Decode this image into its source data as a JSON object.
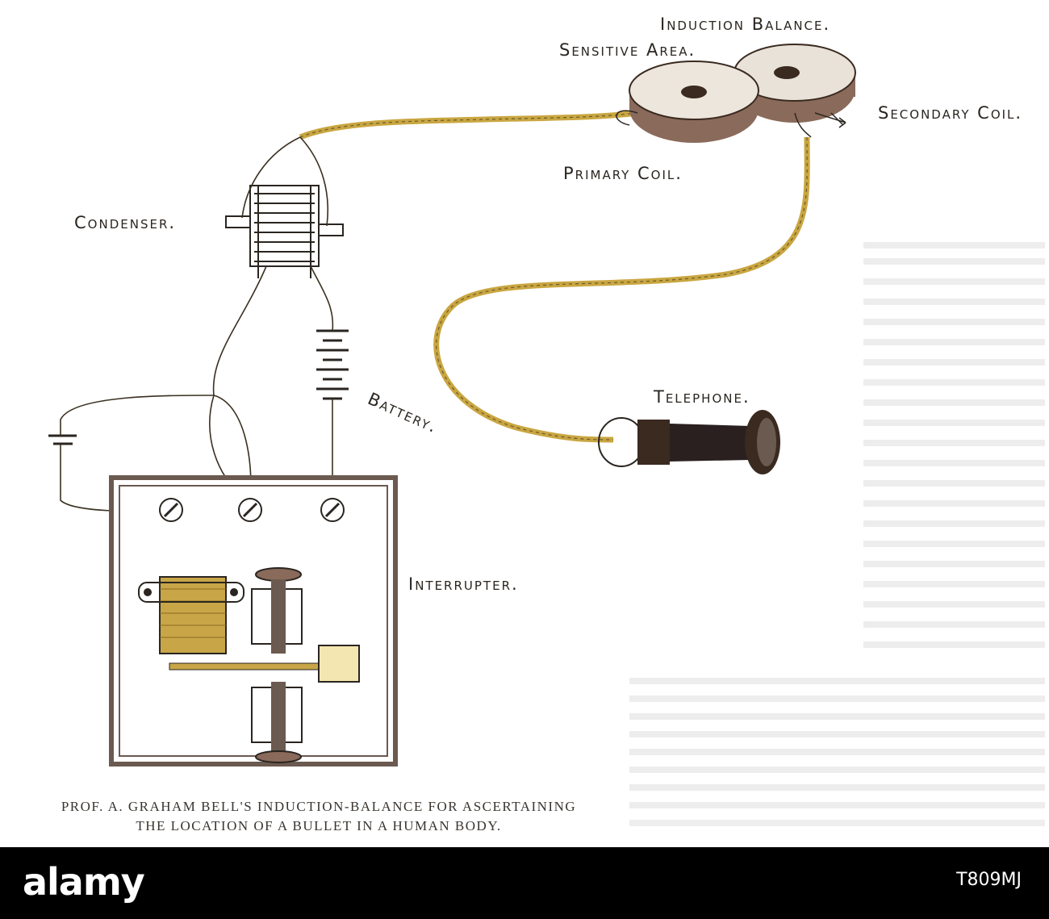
{
  "labels": {
    "induction_balance": "Induction Balance.",
    "sensitive_area": "Sensitive Area.",
    "secondary_coil": "Secondary Coil.",
    "primary_coil": "Primary Coil.",
    "condenser": "Condenser.",
    "battery": "Battery.",
    "telephone": "Telephone.",
    "interrupter": "Interrupter."
  },
  "caption": {
    "line1": "PROF. A. GRAHAM BELL'S INDUCTION-BALANCE FOR ASCERTAINING",
    "line2": "THE LOCATION OF A BULLET IN A HUMAN BODY."
  },
  "footer": {
    "brand": "alamy",
    "image_id": "T809MJ"
  },
  "colors": {
    "ink": "#2a2520",
    "wire": "#c9a640",
    "coil_brown": "#8a6a5a",
    "coil_gold": "#c8a648",
    "box": "#6b5a50"
  }
}
